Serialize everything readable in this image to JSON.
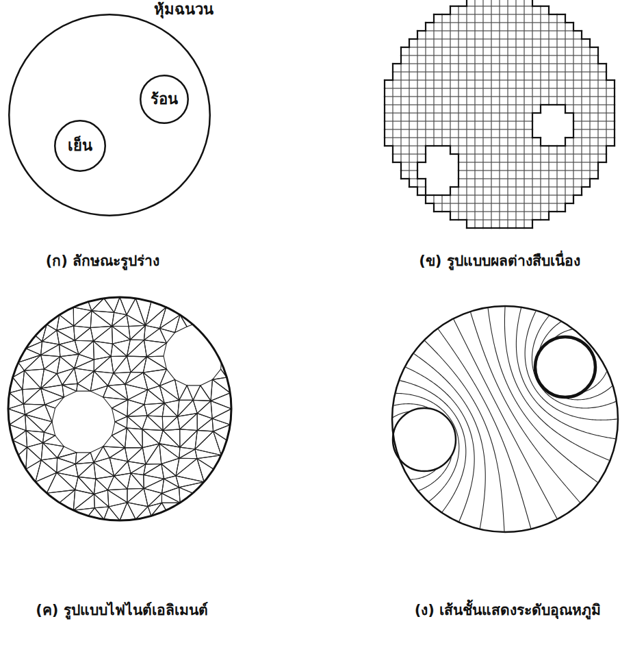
{
  "diagram": {
    "nodes": [
      {
        "text": [
          "หุ้มฉนวน"
        ]
      },
      {
        "text": [
          "ร้อน"
        ],
        "in": 0
      },
      {
        "text": [
          "เย็น"
        ],
        "in": 0
      }
    ],
    "labels": [
      "(ก) ลักษณะรูปร่าง",
      "(ข) รูปแบบผลต่างสืบเนื่อง",
      "(ค) รูปแบบไฟไนต์เอลิเมนต์",
      "(ง) เส้นชั้นแสดงระดับอุณหภูมิ"
    ]
  }
}
